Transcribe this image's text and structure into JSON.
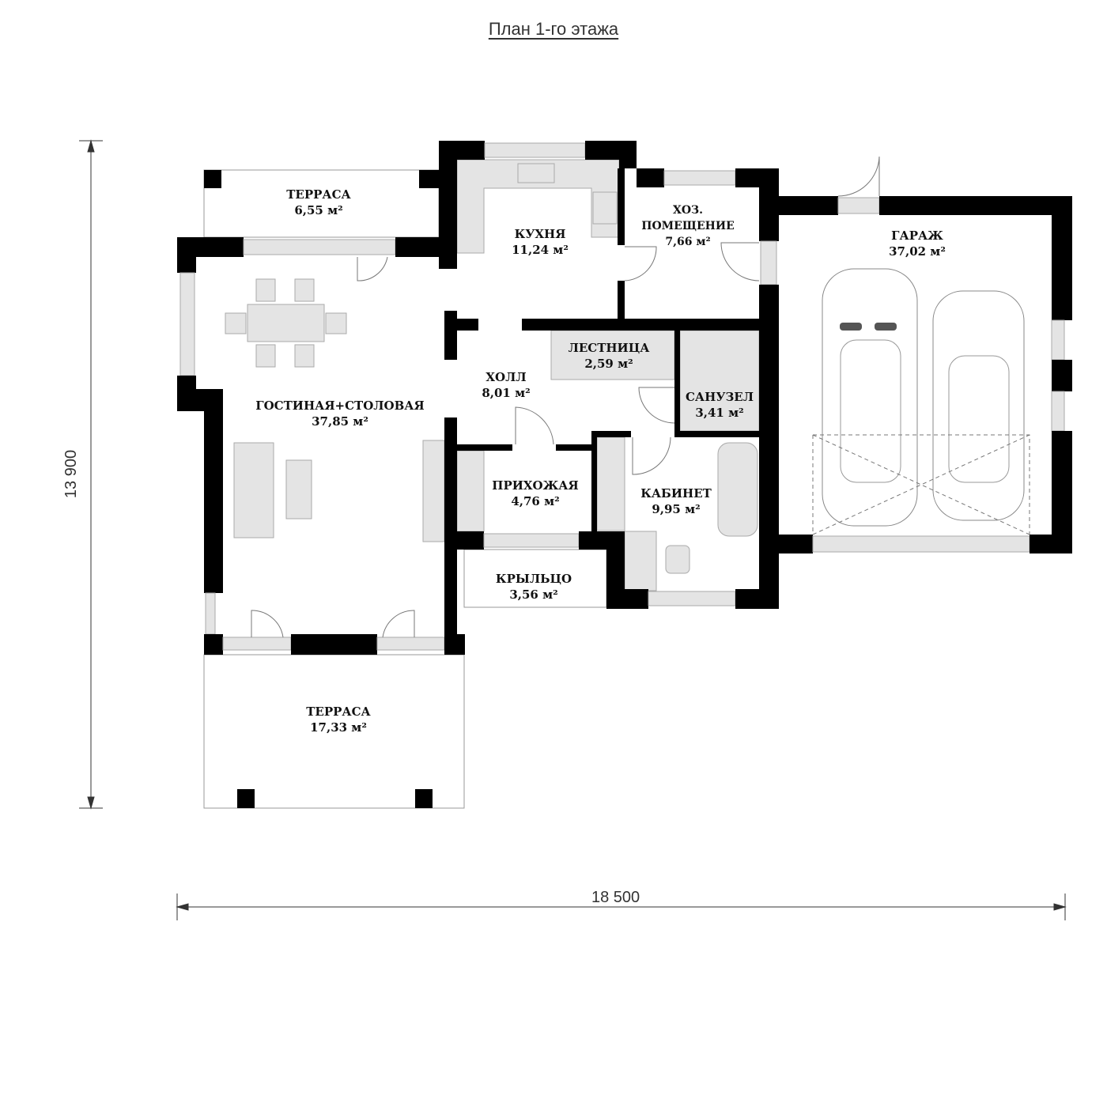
{
  "title": "План 1-го этажа",
  "dimensions": {
    "height": "13 900",
    "width": "18 500"
  },
  "rooms": [
    {
      "name": "ТЕРРАСА",
      "area": "6,55 м²"
    },
    {
      "name": "КУХНЯ",
      "area": "11,24 м²"
    },
    {
      "name": "ХОЗ.",
      "name2": "ПОМЕЩЕНИЕ",
      "area": "7,66 м²"
    },
    {
      "name": "ГАРАЖ",
      "area": "37,02 м²"
    },
    {
      "name": "ГОСТИНАЯ+СТОЛОВАЯ",
      "area": "37,85 м²"
    },
    {
      "name": "ХОЛЛ",
      "area": "8,01 м²"
    },
    {
      "name": "ЛЕСТНИЦА",
      "area": "2,59 м²"
    },
    {
      "name": "САНУЗЕЛ",
      "area": "3,41 м²"
    },
    {
      "name": "ПРИХОЖАЯ",
      "area": "4,76 м²"
    },
    {
      "name": "КАБИНЕТ",
      "area": "9,95 м²"
    },
    {
      "name": "КРЫЛЬЦО",
      "area": "3,56 м²"
    },
    {
      "name": "ТЕРРАСА",
      "area": "17,33 м²"
    }
  ]
}
